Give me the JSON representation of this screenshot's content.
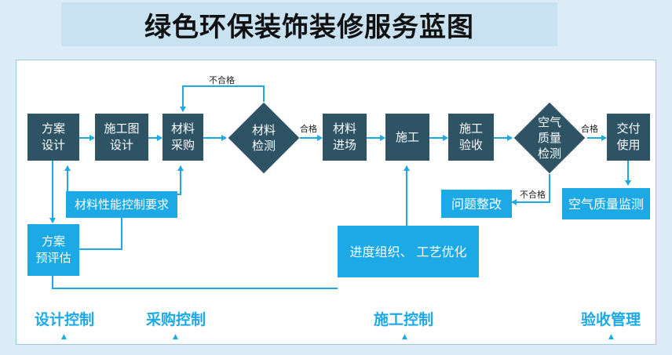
{
  "title": "绿色环保装饰装修服务蓝图",
  "nodes": {
    "design": "方案\n设计",
    "construction_drawing": "施工图\n设计",
    "material_purchase": "材料\n采购",
    "material_inspection": "材料\n检测",
    "material_entry": "材料\n进场",
    "construction": "施工",
    "construction_acceptance": "施工\n验收",
    "air_quality_inspection": "空气\n质量\n检测",
    "delivery": "交付\n使用",
    "material_requirements": "材料性能控制要求",
    "plan_evaluation": "方案\n预评估",
    "progress_organization": "进度组织、 工艺优化",
    "problem_rectification": "问题整改",
    "air_quality_monitoring": "空气质量监测"
  },
  "edge_labels": {
    "fail_top": "不合格",
    "pass_1": "合格",
    "pass_2": "合格",
    "fail_2": "不合格"
  },
  "phases": [
    "设计控制",
    "采购控制",
    "施工控制",
    "验收管理"
  ],
  "colors": {
    "dark_node": "#2e5364",
    "cyan_node": "#1ca9e6",
    "background": "#dcecf6"
  }
}
